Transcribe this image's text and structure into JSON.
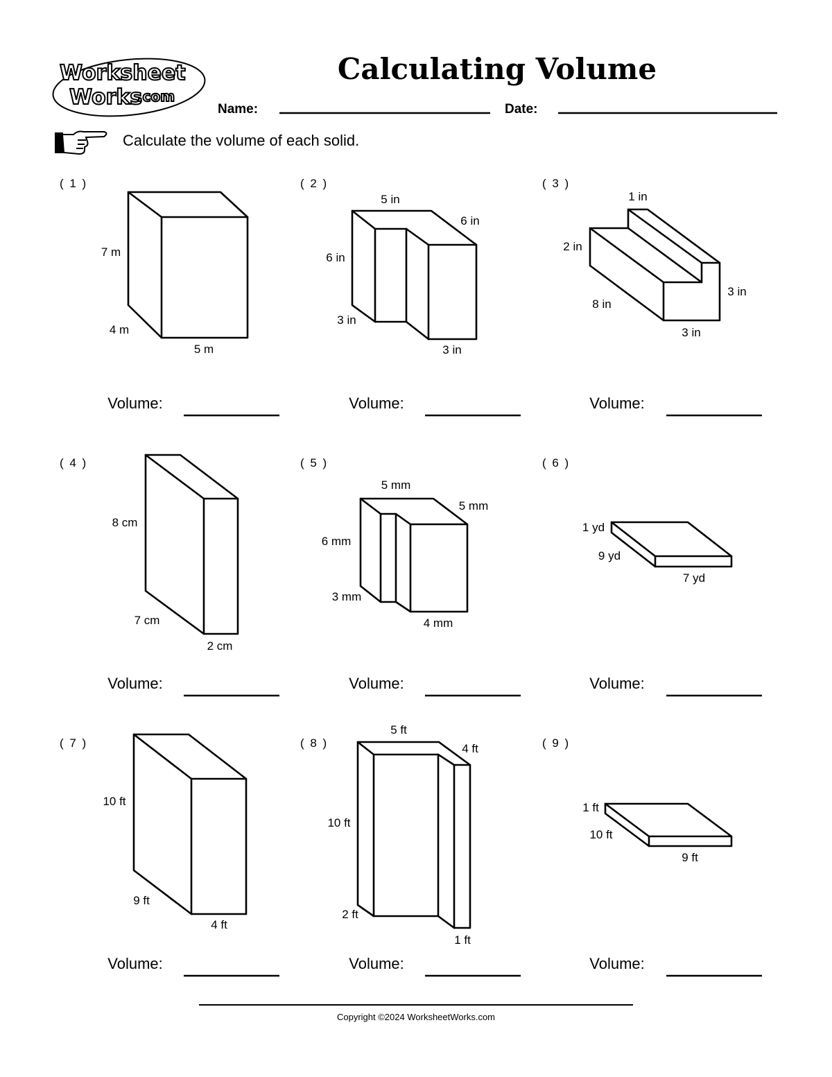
{
  "header": {
    "logo_line1": "Worksheet",
    "logo_line2": "Works",
    "logo_suffix": ".com",
    "title": "Calculating Volume",
    "name_label": "Name:",
    "date_label": "Date:"
  },
  "instructions": {
    "icon": "pointing-hand-icon",
    "text": "Calculate the volume of each solid."
  },
  "volume_label": "Volume:",
  "problems": [
    {
      "number": "( 1 )",
      "labels": [
        "7 m",
        "4 m",
        "5 m"
      ]
    },
    {
      "number": "( 2 )",
      "labels": [
        "5 in",
        "6 in",
        "6 in",
        "3 in",
        "3 in"
      ]
    },
    {
      "number": "( 3 )",
      "labels": [
        "1 in",
        "2 in",
        "3 in",
        "8 in",
        "3 in"
      ]
    },
    {
      "number": "( 4 )",
      "labels": [
        "8 cm",
        "7 cm",
        "2 cm"
      ]
    },
    {
      "number": "( 5 )",
      "labels": [
        "5 mm",
        "5 mm",
        "6 mm",
        "3 mm",
        "4 mm"
      ]
    },
    {
      "number": "( 6 )",
      "labels": [
        "1 yd",
        "9 yd",
        "7 yd"
      ]
    },
    {
      "number": "( 7 )",
      "labels": [
        "10 ft",
        "9 ft",
        "4 ft"
      ]
    },
    {
      "number": "( 8 )",
      "labels": [
        "5 ft",
        "4 ft",
        "10 ft",
        "2 ft",
        "1 ft"
      ]
    },
    {
      "number": "( 9 )",
      "labels": [
        "1 ft",
        "10 ft",
        "9 ft"
      ]
    }
  ],
  "footer": {
    "copyright": "Copyright ©2024 WorksheetWorks.com"
  }
}
